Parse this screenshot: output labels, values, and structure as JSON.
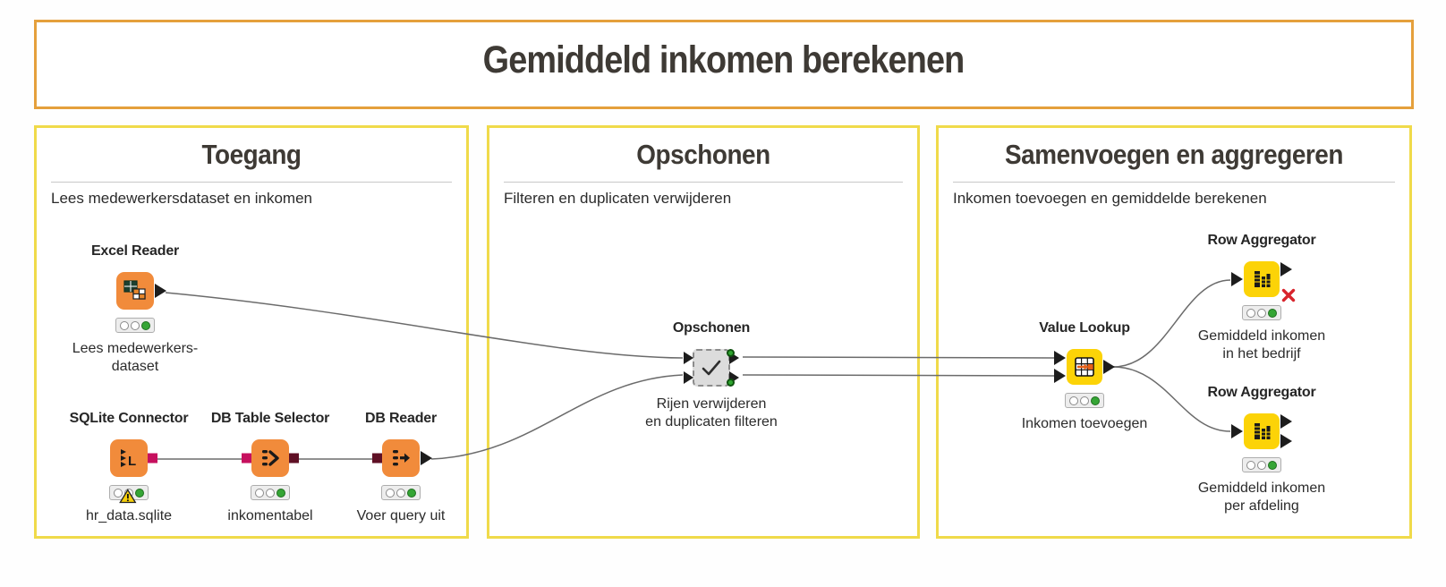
{
  "banner": {
    "title": "Gemiddeld inkomen berekenen"
  },
  "sections": [
    {
      "heading": "Toegang",
      "subtitle": "Lees medewerkersdataset en inkomen"
    },
    {
      "heading": "Opschonen",
      "subtitle": "Filteren en duplicaten verwijderen"
    },
    {
      "heading": "Samenvoegen en aggregeren",
      "subtitle": "Inkomen toevoegen en gemiddelde berekenen"
    }
  ],
  "nodes": {
    "excel_reader": {
      "title": "Excel Reader",
      "label1": "Lees medewerkers-",
      "label2": "dataset"
    },
    "sqlite_connector": {
      "title": "SQLite Connector",
      "label1": "hr_data.sqlite",
      "icon_letter": "L"
    },
    "db_table_selector": {
      "title": "DB Table Selector",
      "label1": "inkomentabel"
    },
    "db_reader": {
      "title": "DB Reader",
      "label1": "Voer query uit"
    },
    "opschonen": {
      "title": "Opschonen",
      "label1": "Rijen verwijderen",
      "label2": "en duplicaten filteren"
    },
    "value_lookup": {
      "title": "Value Lookup",
      "label1": "Inkomen toevoegen"
    },
    "row_aggregator_company": {
      "title": "Row Aggregator",
      "label1": "Gemiddeld inkomen",
      "label2": "in het bedrijf"
    },
    "row_aggregator_department": {
      "title": "Row Aggregator",
      "label1": "Gemiddeld inkomen",
      "label2": "per afdeling"
    }
  },
  "colors": {
    "node_orange": "#F18B3B",
    "node_yellow": "#FCD307",
    "component_gray": "#DCDCDC",
    "annotation_border_yellow": "#F0DA4A",
    "banner_border_orange": "#E5A03C",
    "port_db_connection_magenta": "#C6105E",
    "port_db_data_maroon": "#5F1025",
    "status_green": "#35A535",
    "warning_yellow": "#F5CE0A",
    "error_red": "#D8242C",
    "wire_gray": "#6B6B6B"
  }
}
